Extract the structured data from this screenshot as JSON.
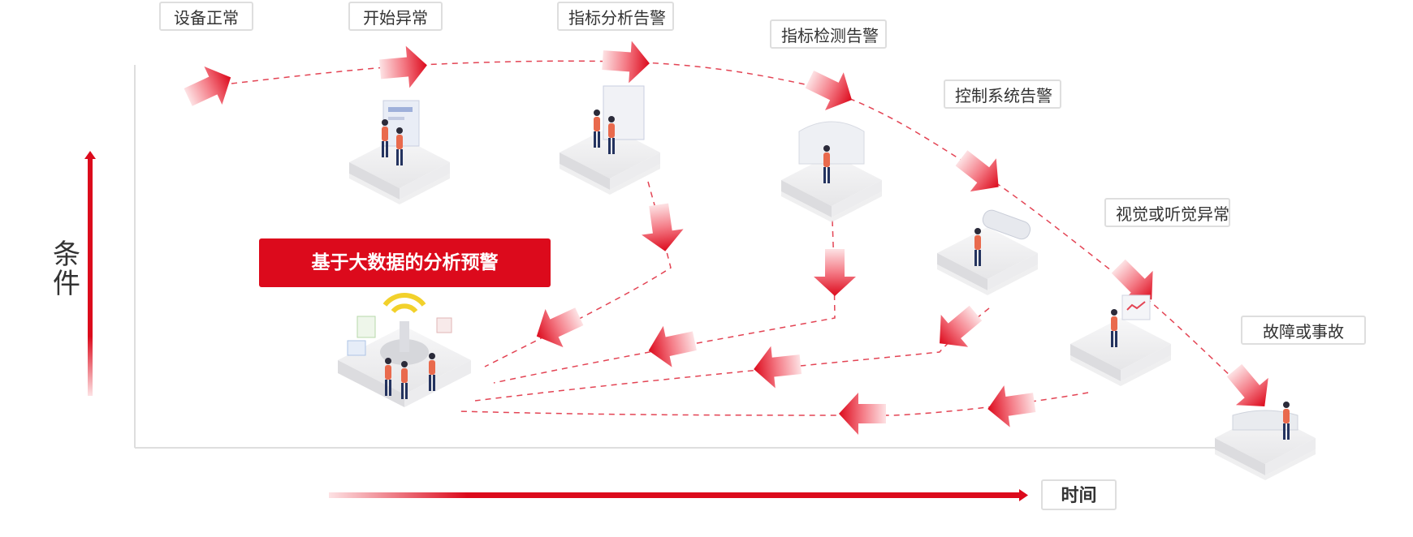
{
  "stages": [
    {
      "id": "normal",
      "label": "设备正常"
    },
    {
      "id": "abnormal-start",
      "label": "开始异常"
    },
    {
      "id": "indicator-analysis",
      "label": "指标分析告警"
    },
    {
      "id": "indicator-detection",
      "label": "指标检测告警"
    },
    {
      "id": "control-system",
      "label": "控制系统告警"
    },
    {
      "id": "visual-audio",
      "label": "视觉或听觉异常"
    },
    {
      "id": "fault",
      "label": "故障或事故"
    }
  ],
  "banner": {
    "label": "基于大数据的分析预警"
  },
  "axes": {
    "y_label": "条件",
    "x_label": "时间"
  },
  "colors": {
    "accent": "#dc0a1c",
    "arrow_light": "#f7b6bb",
    "platform": "#eeeeef",
    "axis": "#dedede"
  }
}
